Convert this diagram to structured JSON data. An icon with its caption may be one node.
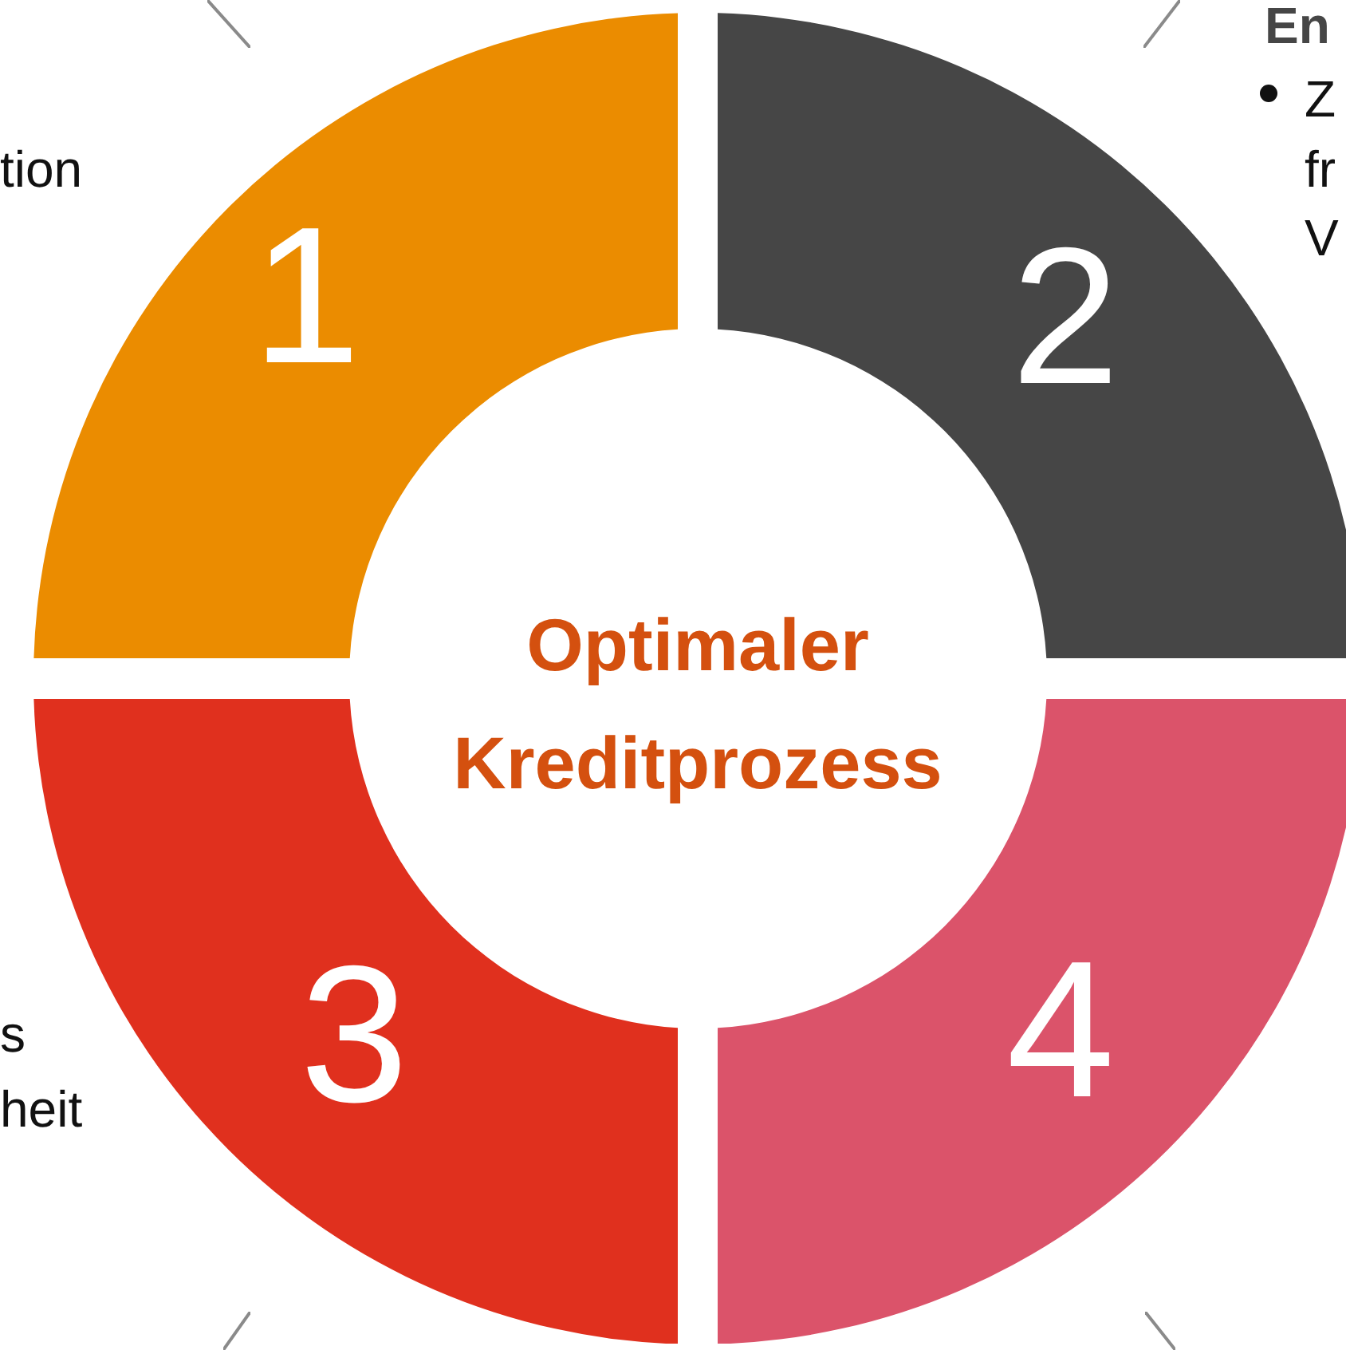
{
  "diagram": {
    "nodes": [
      {
        "text": [
          "1"
        ]
      },
      {
        "text": [
          "2"
        ]
      },
      {
        "text": [
          "Optimaler Kreditprozess"
        ]
      },
      {
        "text": [
          "3"
        ]
      },
      {
        "text": [
          "4"
        ]
      }
    ],
    "labels": [
      "En",
      "Z",
      "tion",
      "fr",
      "V",
      "s",
      "heit"
    ]
  }
}
